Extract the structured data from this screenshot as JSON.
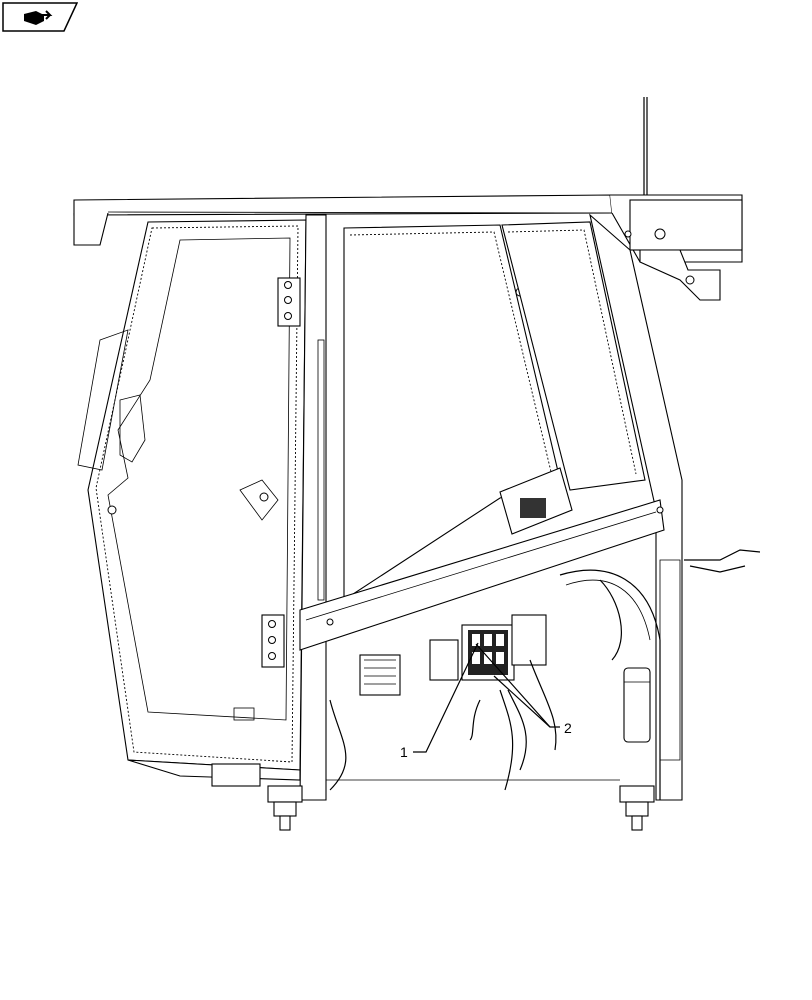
{
  "diagram": {
    "callouts": [
      {
        "id": "callout-1",
        "label": "1"
      },
      {
        "id": "callout-2",
        "label": "2"
      }
    ]
  },
  "nav_icon": "book-with-arrow-icon"
}
